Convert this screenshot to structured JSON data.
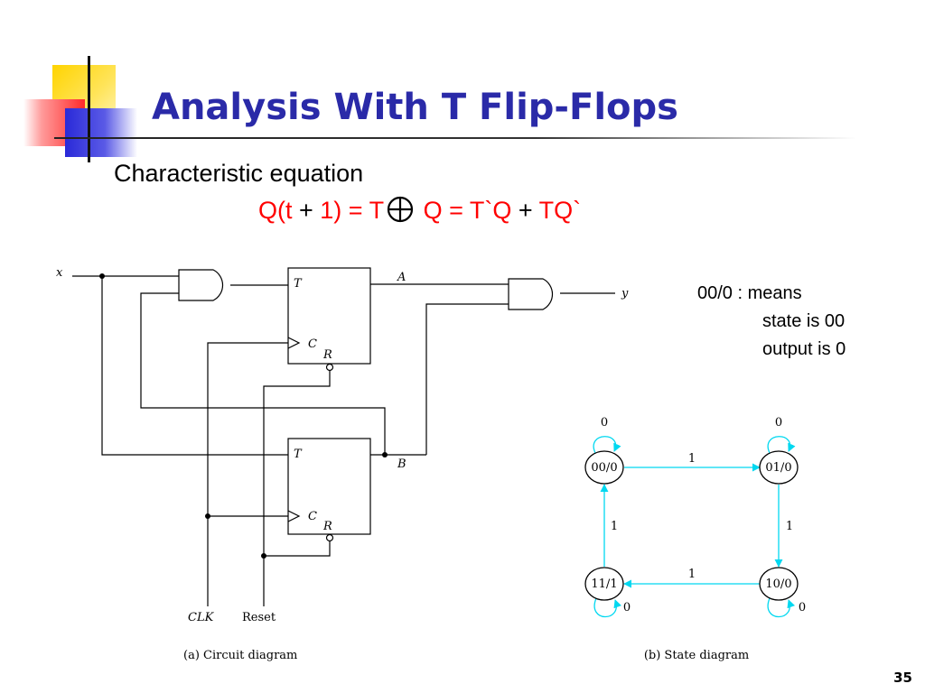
{
  "slide": {
    "title": "Analysis With T Flip-Flops",
    "subtitle": "Characteristic equation",
    "equation": {
      "p1": "Q(t",
      "p2": " + ",
      "p3": "1) = T",
      "p4": " Q = T`Q",
      "p5": " + ",
      "p6": "TQ`"
    },
    "note": {
      "line1": "00/0 : means",
      "line2": "state is 00",
      "line3": "output is 0"
    },
    "page_number": "35"
  },
  "colors": {
    "title": "#2a2aa8",
    "equation_red": "#ff0000",
    "state_arrows": "#00d8f0"
  },
  "circuit": {
    "input_x": "x",
    "output_y": "y",
    "ff_a_t": "T",
    "ff_a_c": "C",
    "ff_a_r": "R",
    "ff_a_out": "A",
    "ff_b_t": "T",
    "ff_b_c": "C",
    "ff_b_r": "R",
    "ff_b_out": "B",
    "clk": "CLK",
    "reset": "Reset",
    "caption": "(a) Circuit diagram"
  },
  "state_diagram": {
    "states": {
      "s00": "00/0",
      "s01": "01/0",
      "s11": "11/1",
      "s10": "10/0"
    },
    "labels": {
      "loop_00": "0",
      "loop_01": "0",
      "loop_11": "0",
      "loop_10": "0",
      "e_00_01": "1",
      "e_01_10": "1",
      "e_10_11": "1",
      "e_11_00": "1"
    },
    "caption": "(b) State diagram"
  }
}
